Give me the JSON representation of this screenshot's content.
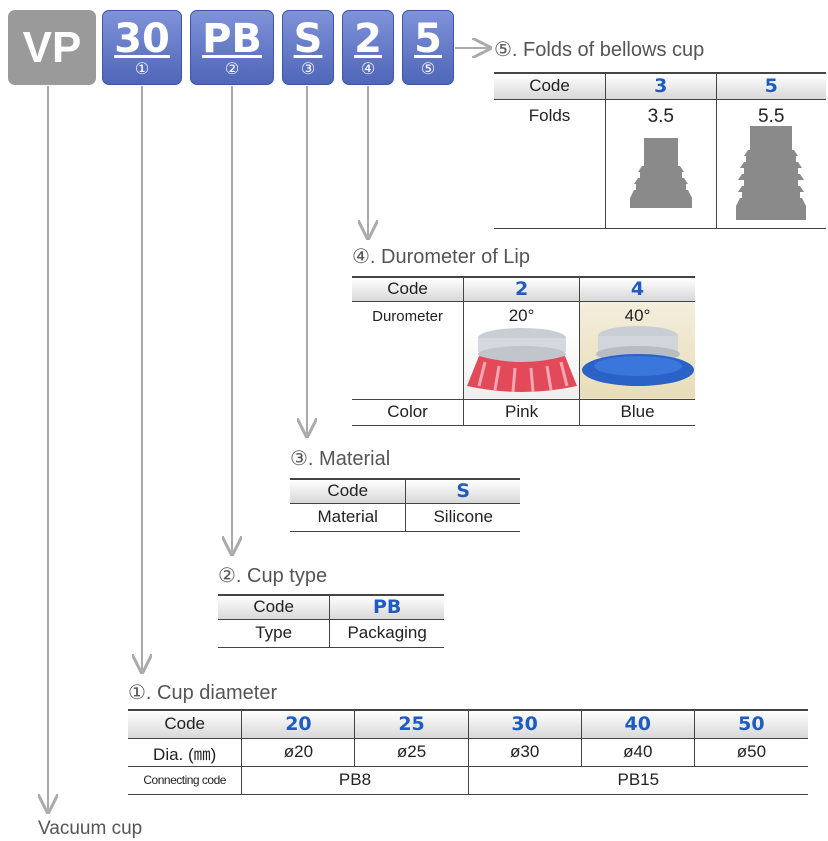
{
  "code": {
    "prefix": "VP",
    "parts": [
      {
        "value": "30",
        "num": "①"
      },
      {
        "value": "PB",
        "num": "②"
      },
      {
        "value": "S",
        "num": "③"
      },
      {
        "value": "2",
        "num": "④"
      },
      {
        "value": "5",
        "num": "⑤"
      }
    ]
  },
  "folds": {
    "title": "⑤. Folds of bellows cup",
    "header": [
      "Code",
      "3",
      "5"
    ],
    "row_label": "Folds",
    "values": [
      "3.5",
      "5.5"
    ]
  },
  "durometer": {
    "title": "④. Durometer of Lip",
    "header": [
      "Code",
      "2",
      "4"
    ],
    "row_label": "Durometer",
    "values": [
      "20°",
      "40°"
    ],
    "color_label": "Color",
    "colors": [
      "Pink",
      "Blue"
    ]
  },
  "material": {
    "title": "③.  Material",
    "header": [
      "Code",
      "S"
    ],
    "row_label": "Material",
    "value": "Silicone"
  },
  "cup_type": {
    "title": "②. Cup type",
    "header": [
      "Code",
      "PB"
    ],
    "row_label": "Type",
    "value": "Packaging"
  },
  "diameter": {
    "title": "①. Cup diameter",
    "header": [
      "Code",
      "20",
      "25",
      "30",
      "40",
      "50"
    ],
    "dia_label": "Dia. (㎜)",
    "dia_values": [
      "ø20",
      "ø25",
      "ø30",
      "ø40",
      "ø50"
    ],
    "conn_label": "Connecting code",
    "conn_values": [
      "PB8",
      "PB15"
    ]
  },
  "footer": "Vacuum cup",
  "colors": {
    "code_blue": "#1f5cc0",
    "box_blue": "#5c73c6",
    "box_gray": "#9a9a9a",
    "arrow": "#aaaaaa"
  }
}
